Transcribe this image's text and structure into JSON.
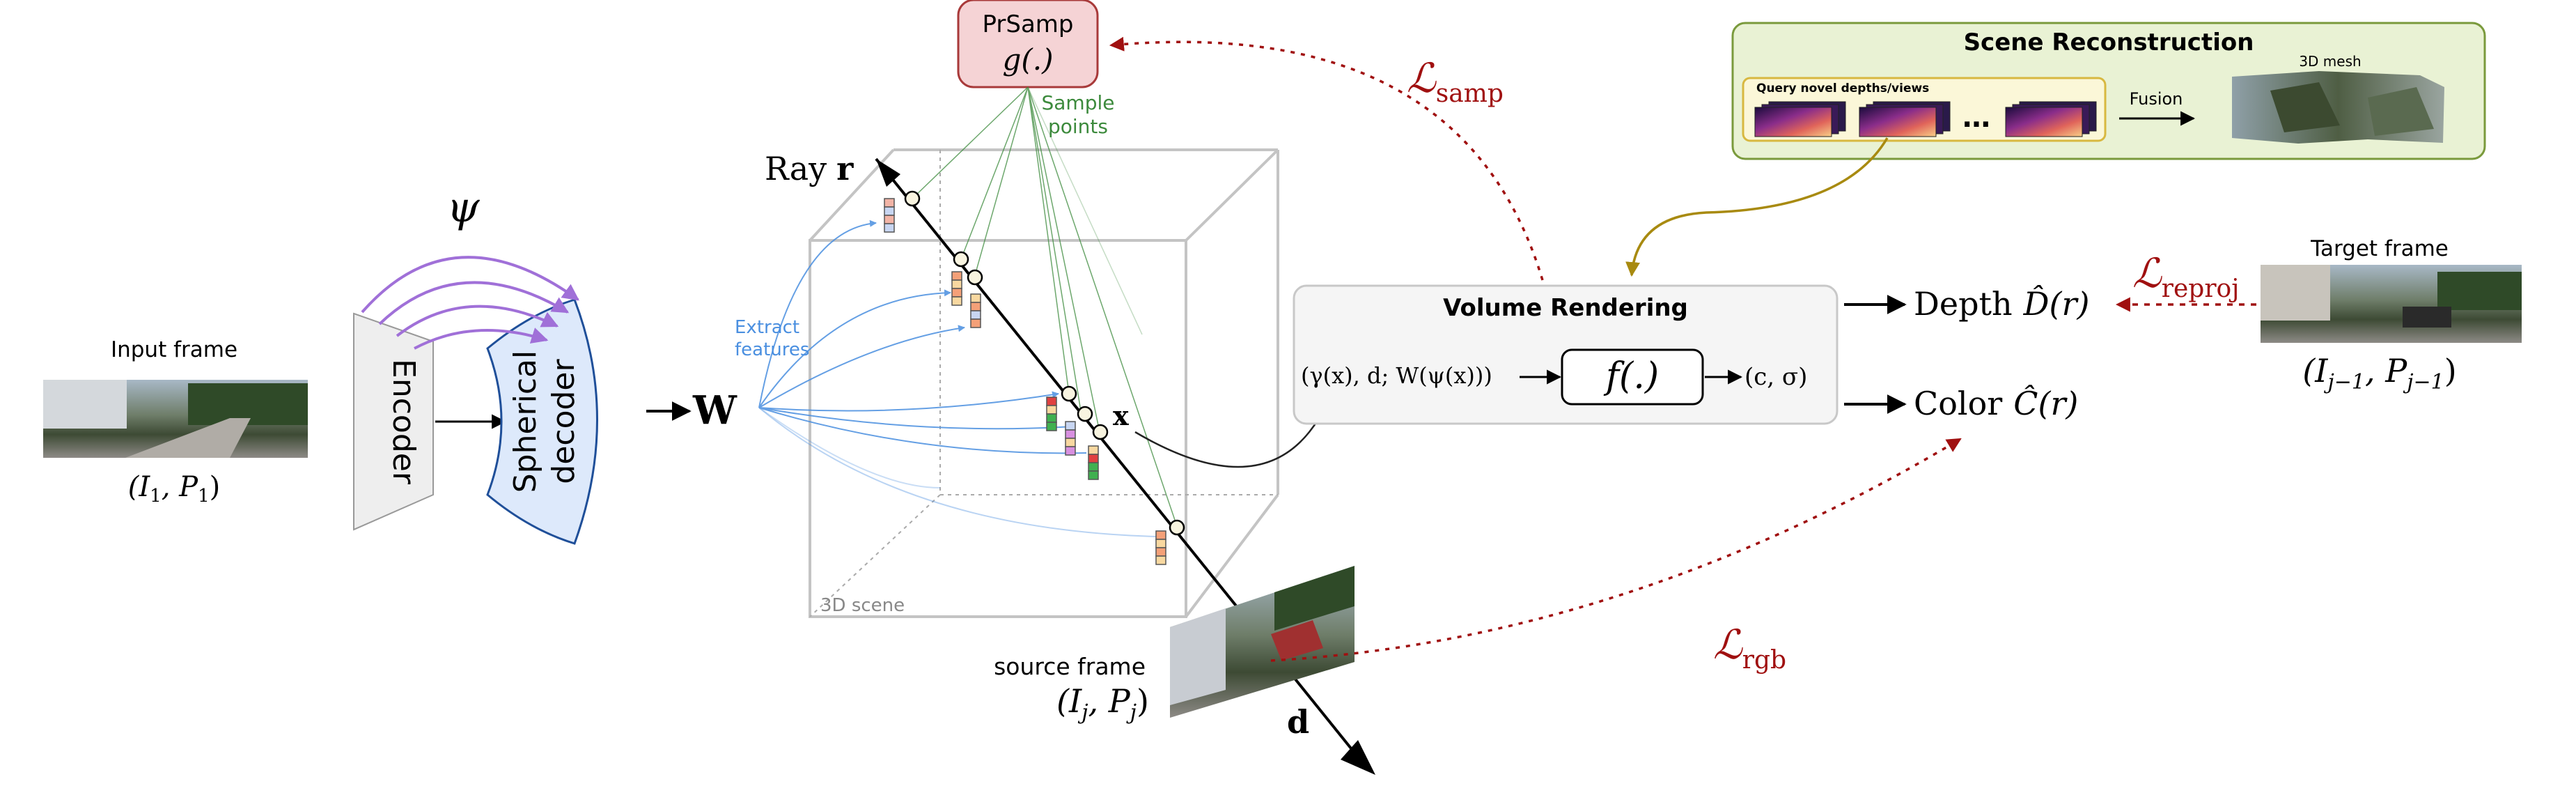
{
  "input": {
    "title": "Input frame",
    "math": "(I",
    "sub1": "1",
    "comma": ", P",
    "sub2": "1",
    "close": ")"
  },
  "encoder": {
    "label": "Encoder"
  },
  "decoder": {
    "line1": "Spherical",
    "line2": "decoder"
  },
  "psi": "ψ",
  "w_label": "W",
  "extract": {
    "line1": "Extract",
    "line2": "features"
  },
  "prsamp": {
    "title": "PrSamp",
    "fn": "g(.)"
  },
  "sample_points": {
    "line1": "Sample",
    "line2": "points"
  },
  "ray": {
    "text": "Ray",
    "var": "r"
  },
  "x_label": "x",
  "scene_label": "3D scene",
  "d_label": "d",
  "source": {
    "title": "source frame",
    "math_a": "(I",
    "sub_a": "j",
    "math_b": ", P",
    "sub_b": "j",
    "close": ")"
  },
  "volume": {
    "title": "Volume Rendering",
    "input_expr": "(γ(x), d; W(ψ(x)))",
    "fn": "f(.)",
    "output": "(c, σ)"
  },
  "outputs": {
    "depth_text": "Depth",
    "depth_sym": "D̂(r)",
    "color_text": "Color",
    "color_sym": "Ĉ(r)"
  },
  "losses": {
    "samp_main": "ℒ",
    "samp_sub": "samp",
    "reproj_main": "ℒ",
    "reproj_sub": "reproj",
    "rgb_main": "ℒ",
    "rgb_sub": "rgb"
  },
  "scene_recon": {
    "title": "Scene Reconstruction",
    "query": "Query novel depths/views",
    "dots": "…",
    "fusion": "Fusion",
    "mesh": "3D mesh"
  },
  "target": {
    "title": "Target frame",
    "math_a": "(I",
    "sub_a": "j−1",
    "math_b": ", P",
    "sub_b": "j−1",
    "close": ")"
  },
  "colors": {
    "loss_red": "#a01010",
    "psi_purple": "#a070d8",
    "feature_blue": "#4a8fe0",
    "sample_green": "#3c8a3c",
    "decoder_fill": "#dde9fb",
    "decoder_stroke": "#1f4f99",
    "prsamp_fill": "#f5d3d5",
    "prsamp_stroke": "#a83a3a",
    "recon_fill": "#e9f2d4",
    "recon_stroke": "#7a9a3c",
    "query_fill": "#fbf7d8",
    "query_stroke": "#d8b840",
    "gold_arrow": "#a88a10",
    "cube_gray": "#c4c4c4"
  }
}
